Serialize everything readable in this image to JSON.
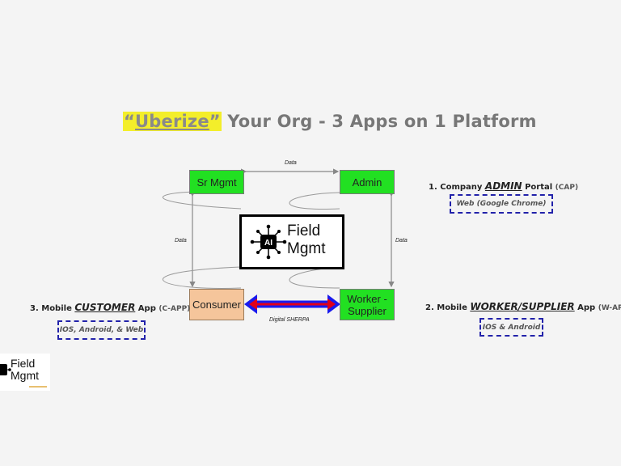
{
  "title": {
    "quote_open": "“",
    "highlight": "Uberize",
    "quote_close": "”",
    "rest": " Your Org - 3 Apps on 1 Platform"
  },
  "nodes": {
    "sr_mgmt": "Sr Mgmt",
    "admin": "Admin",
    "consumer": "Consumer",
    "worker_supplier": "Worker - Supplier"
  },
  "edges": {
    "top": "Data",
    "left": "Data",
    "right": "Data",
    "bottom": "Digital SHERPA"
  },
  "logo": {
    "ai": "AI",
    "line1": "Field",
    "line2": "Mgmt"
  },
  "apps": {
    "admin": {
      "prefix": "1. Company ",
      "name": "ADMIN",
      "suffix": " Portal ",
      "code": "(CAP)",
      "platform": "Web (Google Chrome)"
    },
    "worker": {
      "prefix": "2. Mobile ",
      "name": "WORKER/SUPPLIER",
      "suffix": " App ",
      "code": "(W-APP)",
      "platform": "IOS & Android"
    },
    "customer": {
      "prefix": "3. Mobile ",
      "name": "CUSTOMER",
      "suffix": " App ",
      "code": "(C-APP)",
      "platform": "IOS, Android, & Web"
    }
  },
  "colors": {
    "node_green": "#22e022",
    "consumer_tan": "#f5c59b",
    "arrow_red": "#e0001a",
    "arrow_blue": "#1a1aee",
    "highlight_yellow": "#f3ee2a"
  }
}
